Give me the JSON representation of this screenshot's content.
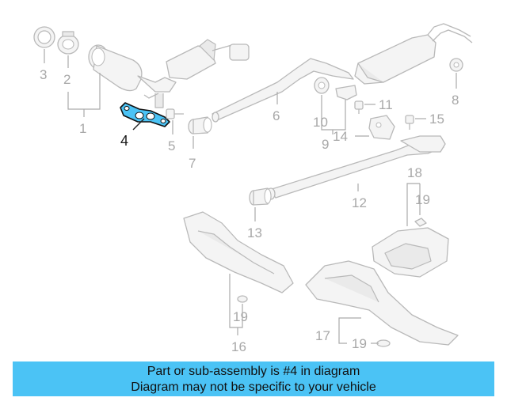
{
  "callouts": {
    "n1": "1",
    "n2": "2",
    "n3": "3",
    "n4": "4",
    "n5": "5",
    "n6": "6",
    "n7": "7",
    "n8": "8",
    "n9": "9",
    "n10": "10",
    "n11": "11",
    "n12": "12",
    "n13": "13",
    "n14": "14",
    "n15": "15",
    "n16": "16",
    "n17": "17",
    "n18": "18",
    "n19a": "19",
    "n19b": "19",
    "n19c": "19"
  },
  "highlight": {
    "part": "4",
    "color": "#4bc3f5"
  },
  "banner": {
    "line1": "Part or sub-assembly is #4 in diagram",
    "line2": "Diagram may not be specific to your vehicle",
    "color": "#4bc3f5"
  }
}
